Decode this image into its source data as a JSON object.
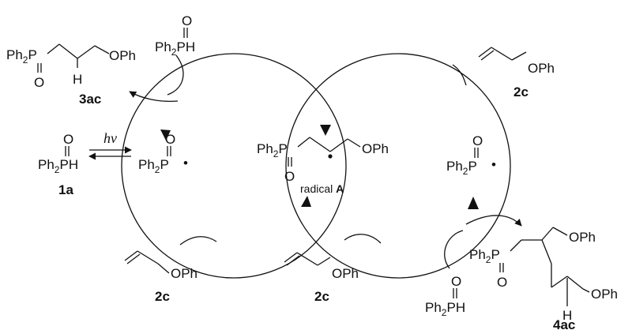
{
  "labels": {
    "ph2": "Ph",
    "two": "2",
    "p": "P",
    "o": "O",
    "h": "H",
    "pH": "PH",
    "oph": "OPh",
    "dot": "•",
    "hv": "hν",
    "radical_word": "radical ",
    "radical_letter": "A",
    "cmpd_1a": "1a",
    "cmpd_2c": "2c",
    "cmpd_3ac": "3ac",
    "cmpd_4ac": "4ac"
  }
}
